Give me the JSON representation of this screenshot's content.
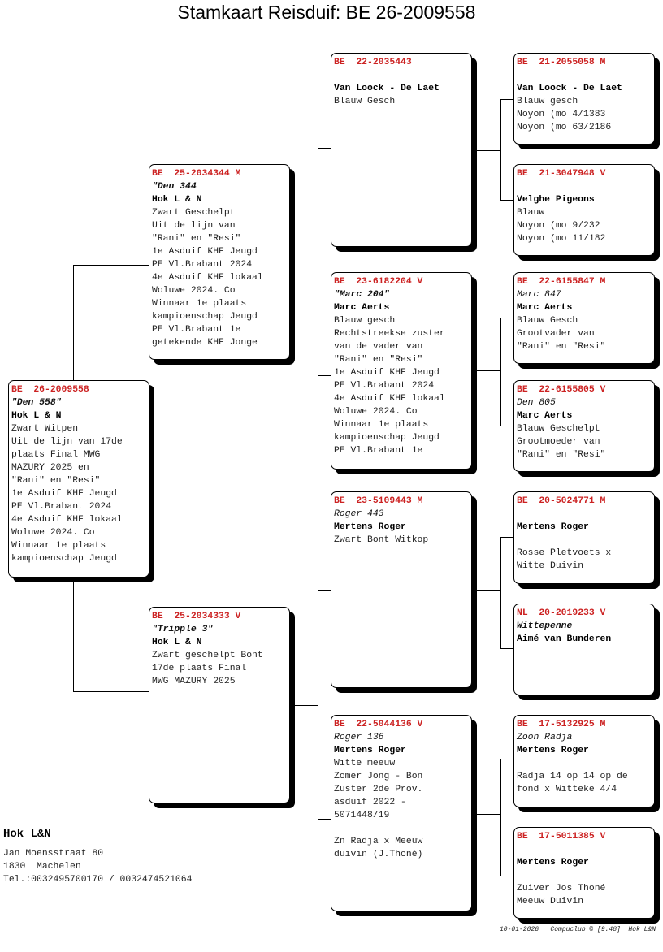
{
  "title": "Stamkaart Reisduif: BE  26-2009558",
  "subject": {
    "ring": "BE  26-2009558",
    "name": "\"Den 558\"",
    "owner": "Hok L & N",
    "lines": [
      "Zwart Witpen",
      "Uit de lijn van 17de",
      "plaats Final MWG",
      "MAZURY 2025 en",
      "\"Rani\" en \"Resi\"",
      "1e Asduif KHF Jeugd",
      "PE Vl.Brabant 2024",
      "4e Asduif KHF lokaal",
      "Woluwe 2024. Co",
      "Winnaar 1e plaats",
      "kampioenschap Jeugd"
    ]
  },
  "sire": {
    "ring": "BE  25-2034344 M",
    "name": "\"Den 344",
    "owner": "Hok L & N",
    "lines": [
      "Zwart Geschelpt",
      "Uit de lijn van",
      "\"Rani\" en \"Resi\"",
      "1e Asduif KHF Jeugd",
      "PE Vl.Brabant 2024",
      "4e Asduif KHF lokaal",
      "Woluwe 2024. Co",
      "Winnaar 1e plaats",
      "kampioenschap Jeugd",
      "PE Vl.Brabant 1e",
      "getekende KHF Jonge"
    ]
  },
  "dam": {
    "ring": "BE  25-2034333 V",
    "name": "\"Tripple 3\"",
    "owner": "Hok L & N",
    "lines": [
      "Zwart geschelpt Bont",
      "17de plaats Final",
      "MWG MAZURY 2025"
    ]
  },
  "grandparents": [
    {
      "ring": "BE  22-2035443",
      "name": "",
      "owner": "Van Loock - De Laet",
      "lines": [
        "Blauw Gesch"
      ]
    },
    {
      "ring": "BE  23-6182204 V",
      "name": "\"Marc 204\"",
      "owner": "Marc Aerts",
      "lines": [
        "Blauw gesch",
        "Rechtstreekse zuster",
        "van de vader van",
        "\"Rani\" en \"Resi\"",
        "1e Asduif KHF Jeugd",
        "PE Vl.Brabant 2024",
        "4e Asduif KHF lokaal",
        "Woluwe 2024. Co",
        "Winnaar 1e plaats",
        "kampioenschap Jeugd",
        "PE Vl.Brabant 1e"
      ]
    },
    {
      "ring": "BE  23-5109443 M",
      "name": "Roger 443",
      "owner": "Mertens Roger",
      "lines": [
        "Zwart Bont Witkop"
      ]
    },
    {
      "ring": "BE  22-5044136 V",
      "name": "Roger 136",
      "owner": "Mertens Roger",
      "lines": [
        "Witte meeuw",
        "Zomer Jong - Bon",
        "Zuster 2de Prov.",
        "asduif 2022 -",
        "5071448/19",
        "",
        "Zn Radja x Meeuw",
        "duivin (J.Thoné)"
      ]
    }
  ],
  "great_grandparents": [
    {
      "ring": "BE  21-2055058 M",
      "name": "",
      "owner": "Van Loock - De Laet",
      "lines": [
        "Blauw gesch",
        "Noyon (mo 4/1383",
        "Noyon (mo 63/2186"
      ]
    },
    {
      "ring": "BE  21-3047948 V",
      "name": "",
      "owner": "Velghe Pigeons",
      "lines": [
        "Blauw",
        "Noyon (mo 9/232",
        "Noyon (mo 11/182"
      ]
    },
    {
      "ring": "BE  22-6155847 M",
      "name": "Marc 847",
      "owner": "Marc Aerts",
      "lines": [
        "Blauw Gesch",
        "Grootvader van",
        "\"Rani\" en \"Resi\""
      ]
    },
    {
      "ring": "BE  22-6155805 V",
      "name": "Den 805",
      "owner": "Marc Aerts",
      "lines": [
        "Blauw Geschelpt",
        "Grootmoeder van",
        "\"Rani\" en \"Resi\""
      ]
    },
    {
      "ring": "BE  20-5024771 M",
      "name": "",
      "owner": "Mertens Roger",
      "lines": [
        "",
        "Rosse Pletvoets x",
        "Witte Duivin"
      ]
    },
    {
      "ring": "NL  20-2019233 V",
      "name": "Wittepenne",
      "owner": "Aimé van Bunderen",
      "lines": []
    },
    {
      "ring": "BE  17-5132925 M",
      "name": "Zoon Radja",
      "owner": "Mertens Roger",
      "lines": [
        "",
        "Radja 14 op 14 op de",
        "fond x Witteke 4/4"
      ]
    },
    {
      "ring": "BE  17-5011385 V",
      "name": "",
      "owner": "Mertens Roger",
      "lines": [
        "",
        "Zuiver Jos Thoné",
        "Meeuw Duivin"
      ]
    }
  ],
  "footer": {
    "owner": "Hok L&N",
    "address": "Jan Moensstraat 80",
    "city": "1830  Machelen",
    "phone": "Tel.:0032495700170 / 0032474521064",
    "stamp": "10-01-2026   Compuclub © [9.48]  Hok L&N"
  },
  "colors": {
    "ring": "#cc2222",
    "text": "#222222",
    "border": "#000000"
  }
}
